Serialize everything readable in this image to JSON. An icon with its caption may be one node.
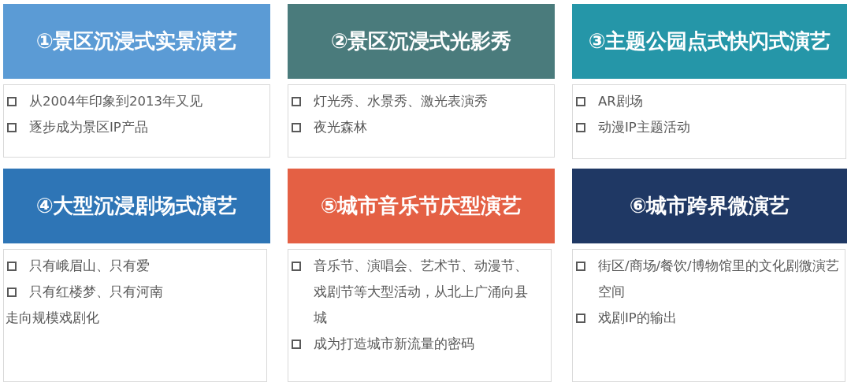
{
  "diagram": {
    "nodes": [
      {
        "text": [
          "①景区沉浸式实景演艺"
        ]
      },
      {
        "text": [
          "从2004年印象到2013年又见",
          "逐步成为景区IP产品"
        ]
      },
      {
        "text": [
          "②景区沉浸式光影秀"
        ]
      },
      {
        "text": [
          "灯光秀、水景秀、激光表演秀",
          "夜光森林"
        ]
      },
      {
        "text": [
          "③主题公园点式快闪式演艺"
        ]
      },
      {
        "text": [
          "AR剧场",
          "动漫IP主题活动"
        ]
      },
      {
        "text": [
          "④大型沉浸剧场式演艺"
        ]
      },
      {
        "text": [
          "只有峨眉山、只有爱",
          "只有红楼梦、只有河南",
          "走向规模戏剧化"
        ]
      },
      {
        "text": [
          "⑤城市音乐节庆型演艺"
        ]
      },
      {
        "text": [
          "音乐节、演唱会、艺术节、动漫节、戏剧节等大型活动，从北上广涌向县城",
          "成为打造城市新流量的密码"
        ]
      },
      {
        "text": [
          "⑥城市跨界微演艺"
        ]
      },
      {
        "text": [
          "街区/商场/餐饮/博物馆里的文化剧微演艺空间",
          "戏剧IP的输出"
        ]
      }
    ]
  }
}
